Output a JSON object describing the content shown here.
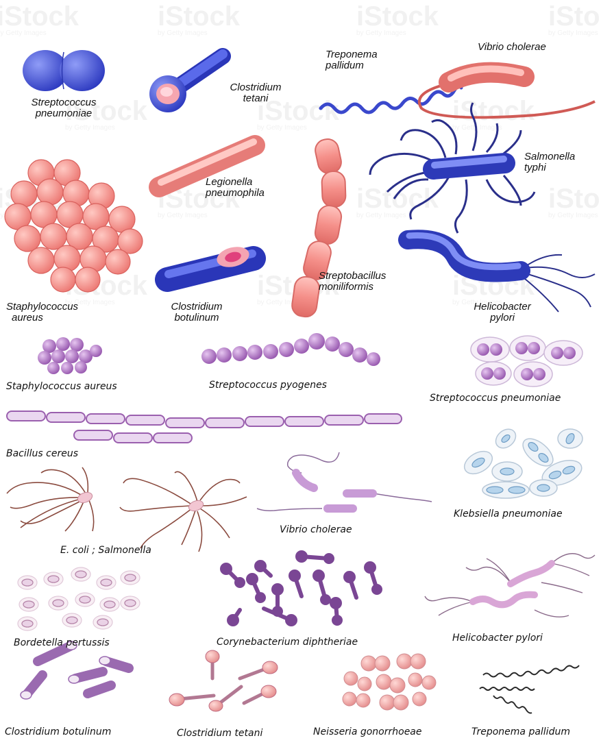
{
  "watermark": {
    "brand": "iStock",
    "sub": "by Getty Images"
  },
  "colors": {
    "blue": "#4150d8",
    "blue_light": "#8090f0",
    "salmon": "#f28b86",
    "salmon_light": "#ffd0cc",
    "purple": "#9a5fae",
    "lilac": "#dcc3e8"
  },
  "top_labels": {
    "strep_pneumoniae": [
      "Streptococcus",
      "pneumoniae"
    ],
    "clostridium_tetani": [
      "Clostridium",
      "tetani"
    ],
    "treponema": [
      "Treponema",
      "pallidum"
    ],
    "vibrio": [
      "Vibrio cholerae"
    ],
    "legionella": [
      "Legionella",
      "pneumophila"
    ],
    "salmonella": [
      "Salmonella",
      "typhi"
    ],
    "staph_aureus": [
      "Staphylococcus",
      "aureus"
    ],
    "clostridium_botulinum": [
      "Clostridium",
      "botulinum"
    ],
    "streptobacillus": [
      "Streptobacillus",
      "moniliformis"
    ],
    "helicobacter": [
      "Helicobacter",
      "pylori"
    ]
  },
  "bottom_labels": {
    "staph_aureus": "Staphylococcus aureus",
    "strep_pyogenes": "Streptococcus pyogenes",
    "strep_pneumoniae": "Streptococcus pneumoniae",
    "bacillus_cereus": "Bacillus cereus",
    "klebsiella": "Klebsiella pneumoniae",
    "vibrio": "Vibrio cholerae",
    "ecoli_salmonella": "E. coli ; Salmonella",
    "bordetella": "Bordetella pertussis",
    "corynebacterium": "Corynebacterium diphtheriae",
    "helicobacter": "Helicobacter pylori",
    "clostridium_botulinum": "Clostridium botulinum",
    "clostridium_tetani": "Clostridium tetani",
    "neisseria": "Neisseria gonorrhoeae",
    "treponema": "Treponema pallidum"
  }
}
